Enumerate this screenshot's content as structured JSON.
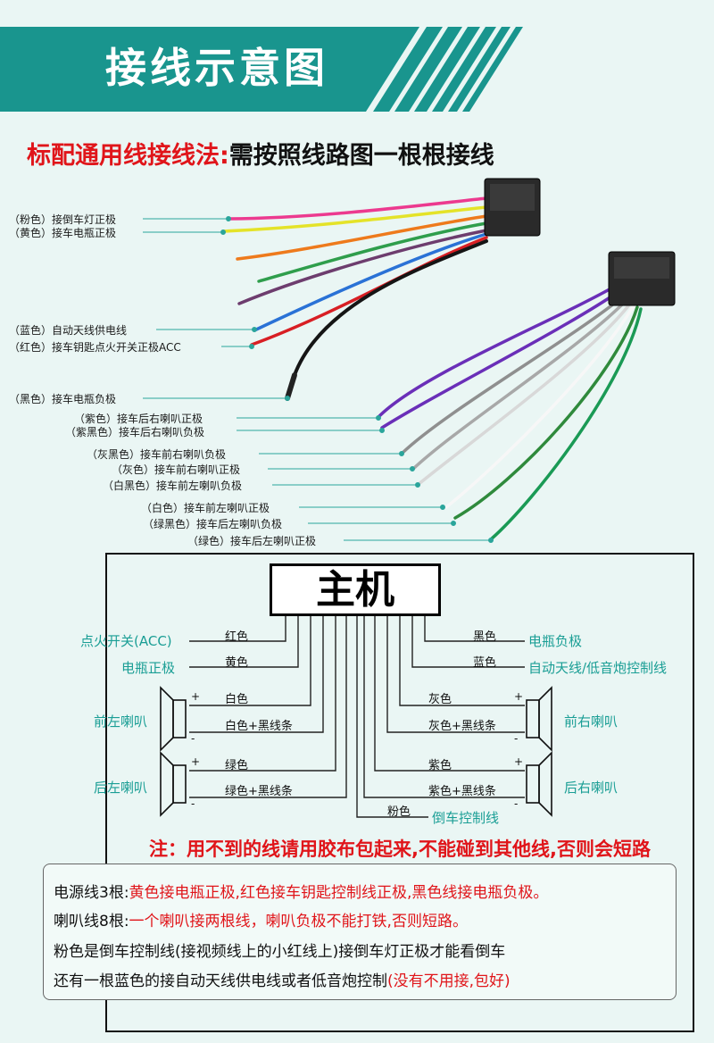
{
  "banner": {
    "title": "接线示意图",
    "colors": {
      "teal": "#19958e",
      "stripe": "#19958e"
    }
  },
  "subhead": {
    "red_part": "标配通用线接线法:",
    "black_part": "需按照线路图一根根接线"
  },
  "harness1_labels": [
    "（粉色）接倒车灯正极",
    "（黄色）接车电瓶正极",
    "（蓝色）自动天线供电线",
    "（红色）接车钥匙点火开关正极ACC",
    "（黑色）接车电瓶负极"
  ],
  "harness2_labels": [
    "（紫色）接车后右喇叭正极",
    "（紫黑色）接车后右喇叭负极",
    "（灰黑色）接车前右喇叭负极",
    "（灰色）接车前右喇叭正极",
    "（白黑色）接车前左喇叭负极",
    "（白色）接车前左喇叭正极",
    "（绿黑色）接车后左喇叭负极",
    "（绿色）接车后左喇叭正极"
  ],
  "schematic": {
    "host": "主机",
    "left_wires": [
      "红色",
      "黄色",
      "白色",
      "白色+黑线条",
      "绿色",
      "绿色+黑线条",
      "粉色"
    ],
    "right_wires": [
      "黑色",
      "蓝色",
      "灰色",
      "灰色+黑线条",
      "紫色",
      "紫色+黑线条"
    ],
    "left_targets": [
      "点火开关(ACC)",
      "电瓶正极",
      "前左喇叭",
      "后左喇叭"
    ],
    "right_targets": [
      "电瓶负极",
      "自动天线/低音炮控制线",
      "前右喇叭",
      "后右喇叭",
      "倒车控制线"
    ],
    "plus": "+",
    "minus": "-"
  },
  "note": "注：用不到的线请用胶布包起来,不能碰到其他线,否则会短路",
  "box": {
    "line1_black": "电源线3根:",
    "line1_red": "黄色接电瓶正极,红色接车钥匙控制线正极,黑色线接电瓶负极。",
    "line2_black": "喇叭线8根:",
    "line2_red": "一个喇叭接两根线，喇叭负极不能打铁,否则短路。",
    "line3": "粉色是倒车控制线(接视频线上的小红线上)接倒车灯正极才能看倒车",
    "line4_black": "还有一根蓝色的接自动天线供电线或者低音炮控制",
    "line4_red": "(没有不用接,包好)"
  }
}
